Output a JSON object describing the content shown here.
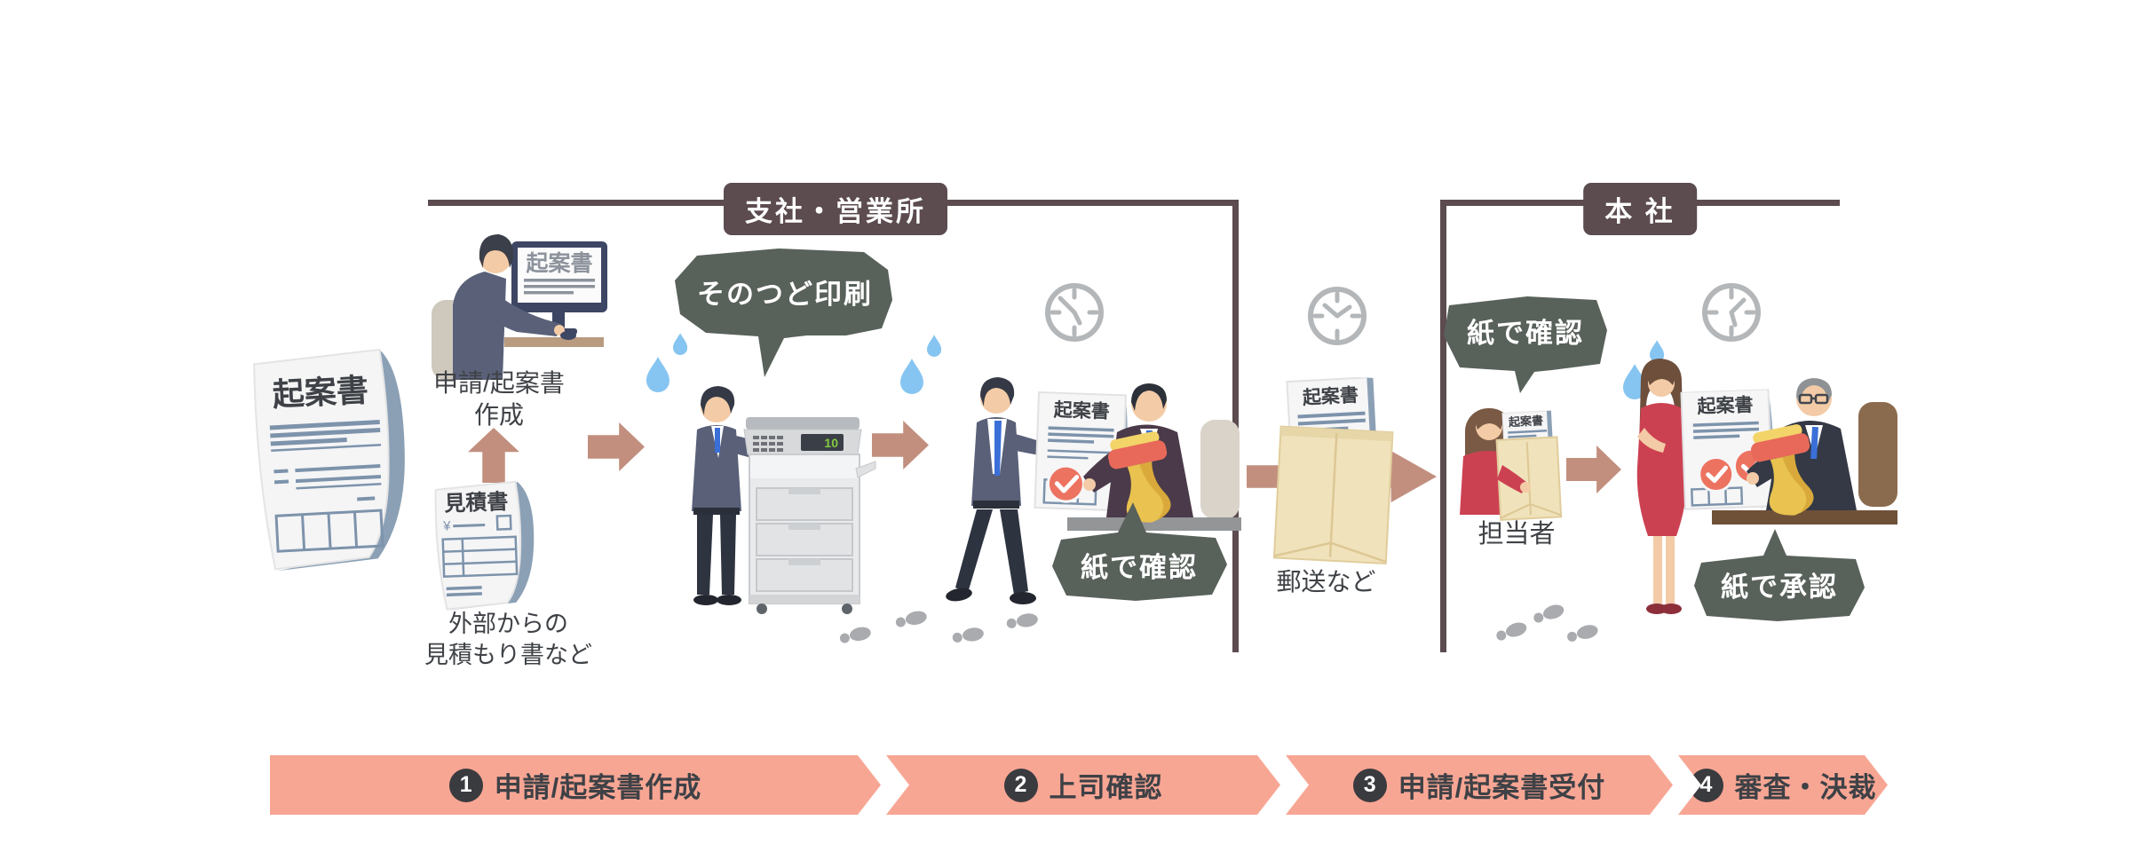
{
  "sections": {
    "branch_label": "支社・営業所",
    "hq_label": "本 社"
  },
  "scene_create": {
    "main_doc_title": "起案書",
    "monitor_doc_title": "起案書",
    "caption_line1": "申請/起案書",
    "caption_line2": "作成",
    "quote_doc_title": "見積書",
    "quote_caption_line1": "外部からの",
    "quote_caption_line2": "見積もり書など"
  },
  "scene_print": {
    "bubble_label": "そのつど印刷",
    "copier_display_value": "10"
  },
  "scene_boss_check": {
    "doc_title": "起案書",
    "bubble_label": "紙で確認"
  },
  "scene_mail": {
    "envelope_doc_title": "起案書",
    "caption": "郵送など"
  },
  "scene_receive": {
    "bubble_label": "紙で確認",
    "envelope_doc_title": "起案書",
    "staff_caption": "担当者"
  },
  "scene_approve": {
    "doc_title": "起案書",
    "bubble_label": "紙で承認"
  },
  "process_bar": {
    "steps": [
      {
        "num": "1",
        "label": "申請/起案書作成"
      },
      {
        "num": "2",
        "label": "上司確認"
      },
      {
        "num": "3",
        "label": "申請/起案書受付"
      },
      {
        "num": "4",
        "label": "審査・決裁"
      }
    ]
  },
  "colors": {
    "frame_brown": "#5c4b4f",
    "bubble_gray": "#59615b",
    "bar_salmon": "#f8a694",
    "arrow_rose": "#c28f7f",
    "check_red": "#ed7361",
    "stamp_yellow": "#e9c24f",
    "envelope_tan": "#f0e2ba"
  }
}
